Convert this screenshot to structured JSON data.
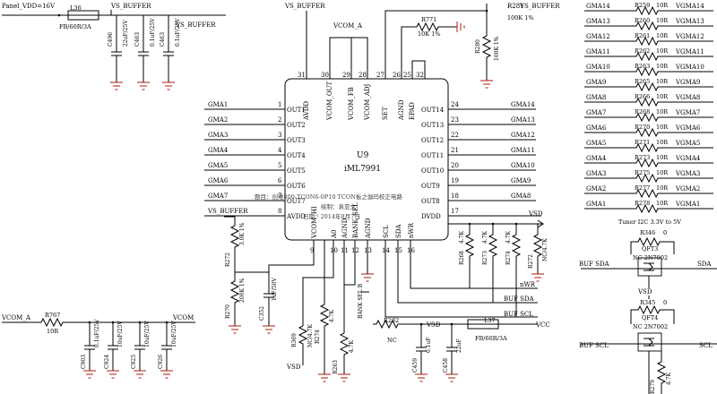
{
  "power": {
    "panel_vdd": "Panel_VDD=16V",
    "vs_buffer": "VS_BUFFER",
    "vcom_a": "VCOM_A",
    "vcom": "VCOM",
    "vsd": "VSD",
    "vcc": "VCC"
  },
  "l36": {
    "ref": "L36",
    "val": "FB/60R/3A"
  },
  "l37": {
    "ref": "L37",
    "val": "FB/60R/3A"
  },
  "top_caps": [
    {
      "ref": "C496",
      "val": "22uF/25V"
    },
    {
      "ref": "C463",
      "val": "0.1uF/25V"
    },
    {
      "ref": "C463",
      "val": "0.1uF/25V"
    }
  ],
  "r771": {
    "ref": "R771",
    "val": "10K 1%"
  },
  "r281": {
    "ref": "R281",
    "val": "100K 1%"
  },
  "r280": {
    "ref": "R280",
    "val": "100K 1%"
  },
  "chip": {
    "ref": "U9",
    "part": "iML7991",
    "left_pins": [
      {
        "num": "1",
        "name": "OUT1",
        "net": "GMA1"
      },
      {
        "num": "2",
        "name": "OUT2",
        "net": "GMA2"
      },
      {
        "num": "3",
        "name": "OUT3",
        "net": "GMA3"
      },
      {
        "num": "4",
        "name": "OUT4",
        "net": "GMA4"
      },
      {
        "num": "5",
        "name": "OUT5",
        "net": "GMA5"
      },
      {
        "num": "6",
        "name": "OUT6",
        "net": "GMA6"
      },
      {
        "num": "7",
        "name": "OUT7",
        "net": "GMA7"
      },
      {
        "num": "8",
        "name": "AVDD",
        "net": "VS_BUFFER"
      }
    ],
    "right_pins": [
      {
        "num": "24",
        "name": "OUT14",
        "net": "GMA14"
      },
      {
        "num": "23",
        "name": "OUT13",
        "net": "GMA13"
      },
      {
        "num": "22",
        "name": "OUT12",
        "net": "GMA12"
      },
      {
        "num": "21",
        "name": "OUT11",
        "net": "GMA11"
      },
      {
        "num": "20",
        "name": "OUT10",
        "net": "GMA10"
      },
      {
        "num": "19",
        "name": "OUT9",
        "net": "GMA9"
      },
      {
        "num": "18",
        "name": "OUT8",
        "net": "GMA8"
      },
      {
        "num": "17",
        "name": "DVDD",
        "net": "VSD"
      }
    ],
    "top_pins": [
      {
        "num": "31",
        "name": "AVDD"
      },
      {
        "num": "30",
        "name": "VCOM_OUT"
      },
      {
        "num": "29",
        "name": "VCOM_FB"
      },
      {
        "num": "28",
        "name": "VCOM_ADJ"
      },
      {
        "num": "27",
        "name": "SET"
      },
      {
        "num": "26",
        "name": "AGND"
      },
      {
        "num": "25",
        "name": "EPAD"
      },
      {
        "num": "32",
        "name": ""
      }
    ],
    "bottom_pins": [
      {
        "num": "9",
        "name": "VCOM_HI"
      },
      {
        "num": "10",
        "name": "A0"
      },
      {
        "num": "11",
        "name": "AGND"
      },
      {
        "num": "12",
        "name": "BANK_SEL"
      },
      {
        "num": "13",
        "name": "AGND"
      },
      {
        "num": "14",
        "name": "SCL"
      },
      {
        "num": "15",
        "name": "SDA"
      },
      {
        "num": "16",
        "name": "nWR"
      }
    ]
  },
  "watermark": {
    "line1": "题目：创维800-TCON6-0P10 TCON板之伽玛校正电路",
    "line2": "绘制：袁亚文",
    "line3": "日期：2014年8月7日"
  },
  "right_resistors": [
    {
      "net": "GMA14",
      "ref": "R259",
      "val": "10R",
      "out": "VGMA14"
    },
    {
      "net": "GMA13",
      "ref": "R260",
      "val": "10R",
      "out": "VGMA13"
    },
    {
      "net": "GMA12",
      "ref": "R261",
      "val": "10R",
      "out": "VGMA12"
    },
    {
      "net": "GMA11",
      "ref": "R262",
      "val": "10R",
      "out": "VGMA11"
    },
    {
      "net": "GMA10",
      "ref": "R263",
      "val": "10R",
      "out": "VGMA10"
    },
    {
      "net": "GMA9",
      "ref": "R265",
      "val": "10R",
      "out": "VGMA9"
    },
    {
      "net": "GMA8",
      "ref": "R266",
      "val": "10R",
      "out": "VGMA8"
    },
    {
      "net": "GMA7",
      "ref": "R268",
      "val": "10R",
      "out": "VGMA7"
    },
    {
      "net": "GMA6",
      "ref": "R270",
      "val": "10R",
      "out": "VGMA6"
    },
    {
      "net": "GMA5",
      "ref": "R271",
      "val": "10R",
      "out": "VGMA5"
    },
    {
      "net": "GMA4",
      "ref": "R273",
      "val": "10R",
      "out": "VGMA4"
    },
    {
      "net": "GMA3",
      "ref": "R275",
      "val": "10R",
      "out": "VGMA3"
    },
    {
      "net": "GMA2",
      "ref": "R277",
      "val": "10R",
      "out": "VGMA2"
    },
    {
      "net": "GMA1",
      "ref": "R278",
      "val": "10R",
      "out": "VGMA1"
    }
  ],
  "tuner": {
    "title": "Tuner I2C 3.3V to 5V",
    "r346": {
      "ref": "R346",
      "val": "0"
    },
    "r345": {
      "ref": "R345",
      "val": "0"
    },
    "qft3": {
      "ref": "QFT3",
      "val": "NC 2N7002"
    },
    "qft4": {
      "ref": "QFT4",
      "val": "NC 2N7002"
    },
    "buf_sda": "BUF SDA",
    "buf_scl": "BUF SCL",
    "sda": "SDA",
    "scl": "SCL",
    "vsd": "VSD",
    "r279": {
      "ref": "R279",
      "val": "4.7K"
    }
  },
  "mid_labels": {
    "buf_sda": "BUF SDA",
    "buf_scl": "BUF SCL",
    "nwr": "nWR",
    "r282": {
      "ref": "R282",
      "val": "NC"
    },
    "bank_sel_b": "BANK SEL B",
    "r268": {
      "ref": "R268",
      "val": "4.7K"
    },
    "r273": {
      "ref": "R273",
      "val": "4.7K"
    },
    "r274": {
      "ref": "R274",
      "val": "4.7K"
    },
    "r272": {
      "ref": "R272",
      "val": "NC/4.7K"
    },
    "c459": {
      "ref": "C459",
      "val": "0.1uF"
    },
    "c458": {
      "ref": "C458",
      "val": "22uF"
    }
  },
  "left_parts": {
    "r272": {
      "ref": "R272",
      "val": "3.0K 1%"
    },
    "r270": {
      "ref": "R270",
      "val": "200K 1%"
    },
    "c352": {
      "ref": "C352",
      "val": "1uF/50V"
    },
    "r369": {
      "ref": "R369",
      "val": "NC/4.7K"
    },
    "r274": {
      "ref": "R274",
      "val": "4.7K"
    },
    "r263": {
      "ref": "R263",
      "val": "4.7K"
    },
    "vsd": "VSD"
  },
  "vcom_section": {
    "r767": {
      "ref": "R767",
      "val": "10R"
    },
    "caps": [
      {
        "ref": "C903",
        "val": "0.1uF/25V"
      },
      {
        "ref": "C924",
        "val": "10uF/25V"
      },
      {
        "ref": "C925",
        "val": "10uF/25V"
      },
      {
        "ref": "C926",
        "val": "10uF/25V"
      }
    ]
  }
}
